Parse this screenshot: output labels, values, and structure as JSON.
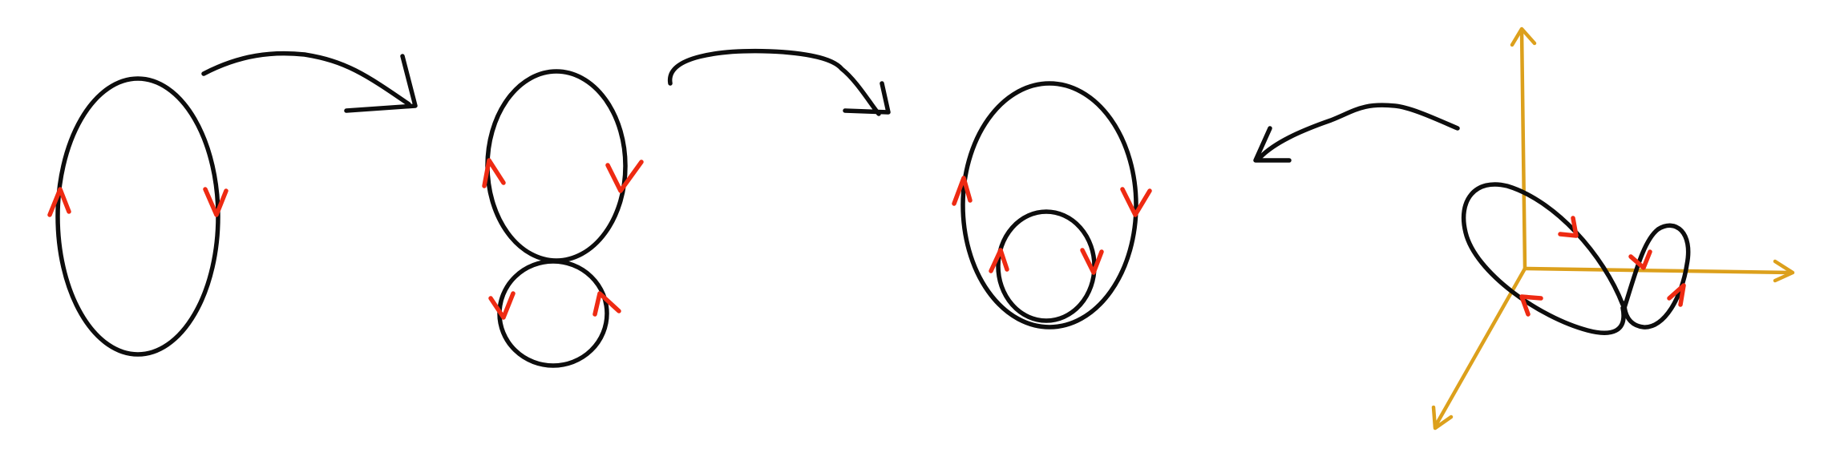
{
  "colors": {
    "ink": "#0d0d0d",
    "orientation_arrow": "#ee2a12",
    "axes": "#dca01c",
    "background": "#ffffff"
  },
  "figures": [
    {
      "name": "single-loop",
      "description_icon": "oriented-ellipse"
    },
    {
      "name": "two-touching-loops",
      "description_icon": "figure-eight-loops"
    },
    {
      "name": "nested-loops",
      "description_icon": "nested-ellipses"
    },
    {
      "name": "twisted-loop-3d",
      "description_icon": "twisted-curve-on-axes"
    }
  ],
  "transitions": [
    {
      "from": "single-loop",
      "to": "two-touching-loops"
    },
    {
      "from": "two-touching-loops",
      "to": "nested-loops"
    },
    {
      "from": "twisted-loop-3d",
      "to": "nested-loops"
    }
  ]
}
